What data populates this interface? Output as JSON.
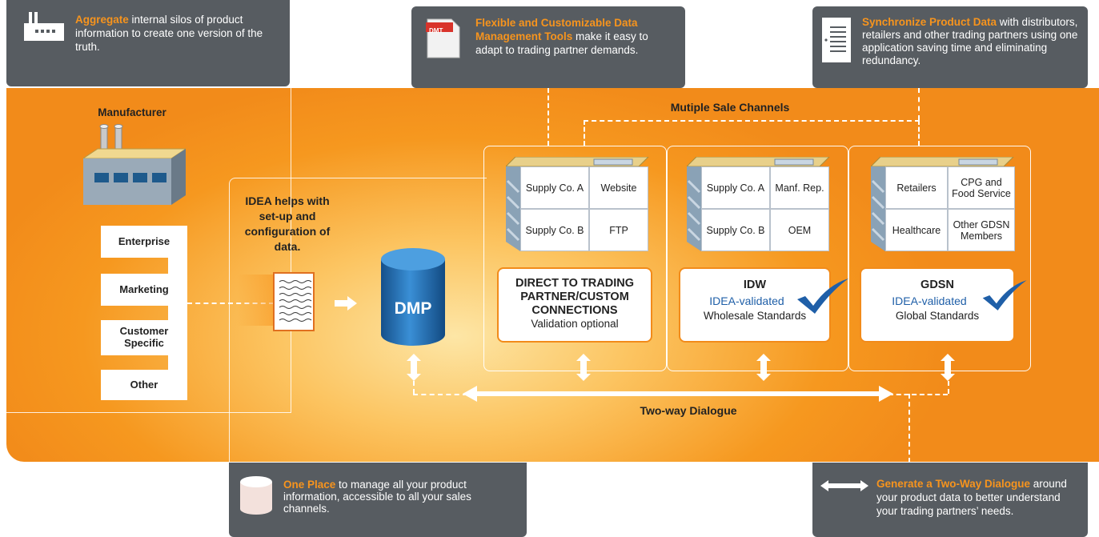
{
  "callouts": {
    "aggregate": {
      "highlight": "Aggregate",
      "rest": " internal silos of product information to create one version of the truth."
    },
    "tools": {
      "highlight": "Flexible and Customizable Data Management Tools",
      "rest": " make it easy to adapt to trading partner demands.",
      "doc_label": "DMT"
    },
    "sync": {
      "highlight": "Synchronize Product Data",
      "rest": " with distributors, retailers and other trading partners using one application saving time and eliminating redundancy."
    },
    "one_place": {
      "highlight": "One Place",
      "rest": " to manage all your product information, accessible to all your sales channels."
    },
    "dialogue": {
      "highlight": "Generate a Two-Way Dialogue",
      "rest": " around your product data to better understand your trading partners’ needs."
    }
  },
  "manufacturer": {
    "title": "Manufacturer",
    "items": [
      "Enterprise",
      "Marketing",
      "Customer Specific",
      "Other"
    ]
  },
  "idea_help": "IDEA helps with set-up and configuration of data.",
  "dmp_label": "DMP",
  "sale_channels_title": "Mutiple Sale Channels",
  "two_way_label": "Two-way Dialogue",
  "channels": [
    {
      "cells": [
        "Supply Co. A",
        "Website",
        "Supply Co. B",
        "FTP"
      ],
      "card_title": "DIRECT TO TRADING PARTNER/CUSTOM CONNECTIONS",
      "card_validated": "",
      "card_sub": "Validation optional"
    },
    {
      "cells": [
        "Supply Co. A",
        "Manf. Rep.",
        "Supply Co. B",
        "OEM"
      ],
      "card_title": "IDW",
      "card_validated": "IDEA-validated",
      "card_sub": "Wholesale Standards"
    },
    {
      "cells": [
        "Retailers",
        "CPG and Food Service",
        "Healthcare",
        "Other GDSN Members"
      ],
      "card_title": "GDSN",
      "card_validated": "IDEA-validated",
      "card_sub": "Global Standards"
    }
  ],
  "colors": {
    "orange": "#f28b1a",
    "callout_bg": "#575c61",
    "highlight": "#f7941d",
    "check_blue": "#1f5fa8",
    "dmp_blue": "#1e6db0"
  }
}
